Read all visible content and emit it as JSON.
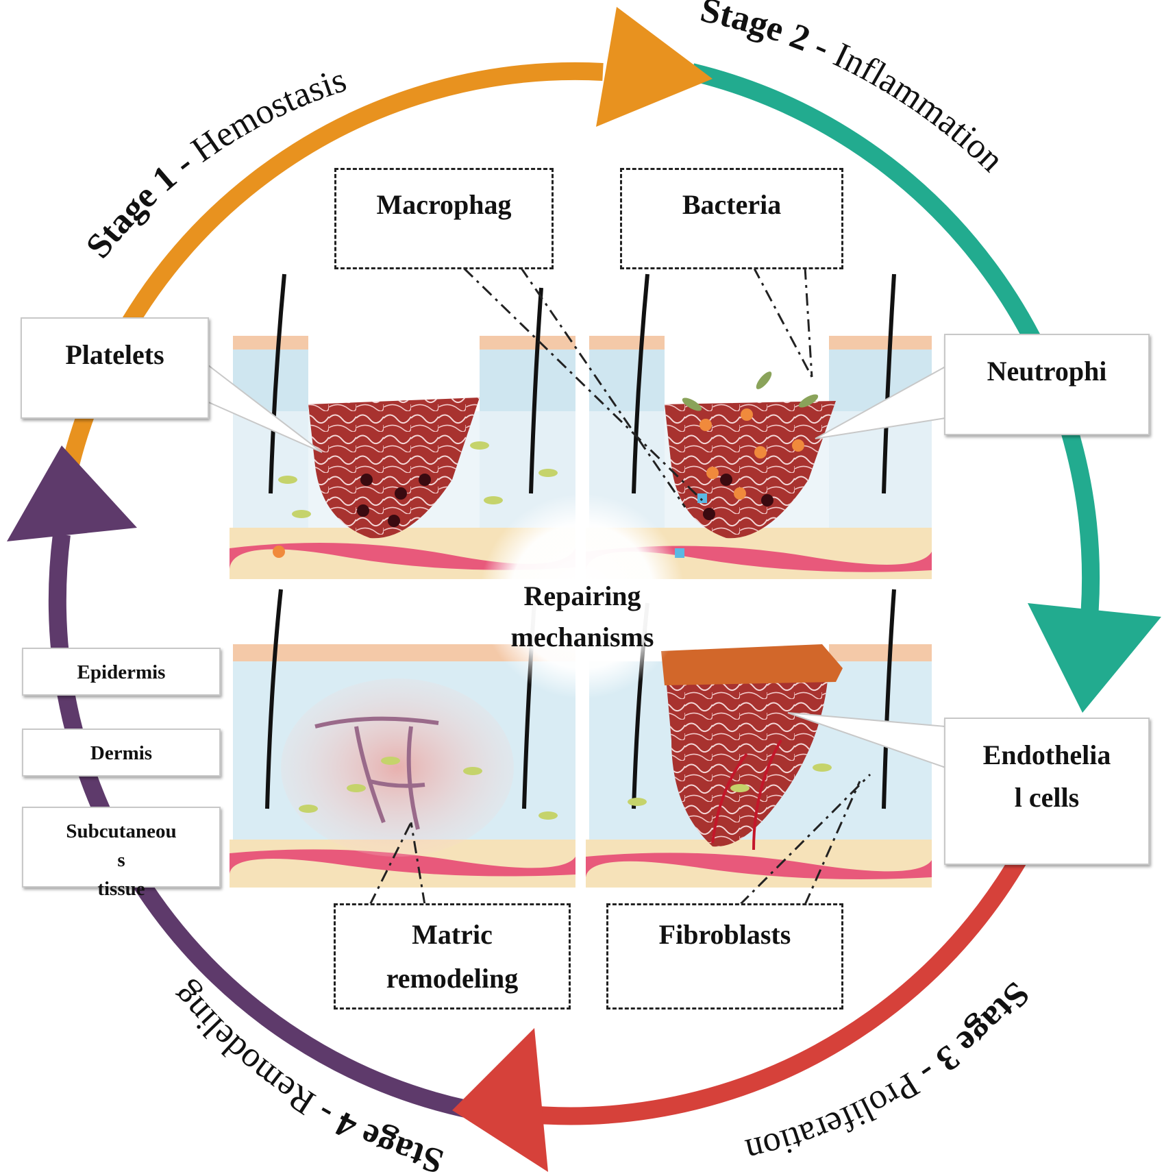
{
  "stages": [
    {
      "number": "Stage 1",
      "sep": " - ",
      "name": "Hemostasis",
      "color": "#e8921f"
    },
    {
      "number": "Stage 2",
      "sep": " - ",
      "name": "Inflammation",
      "color": "#22ab8f"
    },
    {
      "number": "Stage 3",
      "sep": " - ",
      "name": "Proliferation",
      "color": "#d6413a"
    },
    {
      "number": "Stage 4",
      "sep": " - ",
      "name": "Remodeling",
      "color": "#5e3a6b"
    }
  ],
  "cells": {
    "macrophage": "Macrophag",
    "bacteria": "Bacteria",
    "platelets": "Platelets",
    "neutrophil": "Neutrophi",
    "endothelial_line1": "Endothelia",
    "endothelial_line2": "l cells",
    "matrix_line1": "Matric",
    "matrix_line2": "remodeling",
    "fibroblasts": "Fibroblasts"
  },
  "layers": {
    "epidermis": "Epidermis",
    "dermis": "Dermis",
    "subcutaneous_line1": "Subcutaneou",
    "subcutaneous_line2": "s",
    "subcutaneous_line3": "tissue"
  },
  "center": {
    "line1": "Repairing",
    "line2": "mechanisms"
  }
}
